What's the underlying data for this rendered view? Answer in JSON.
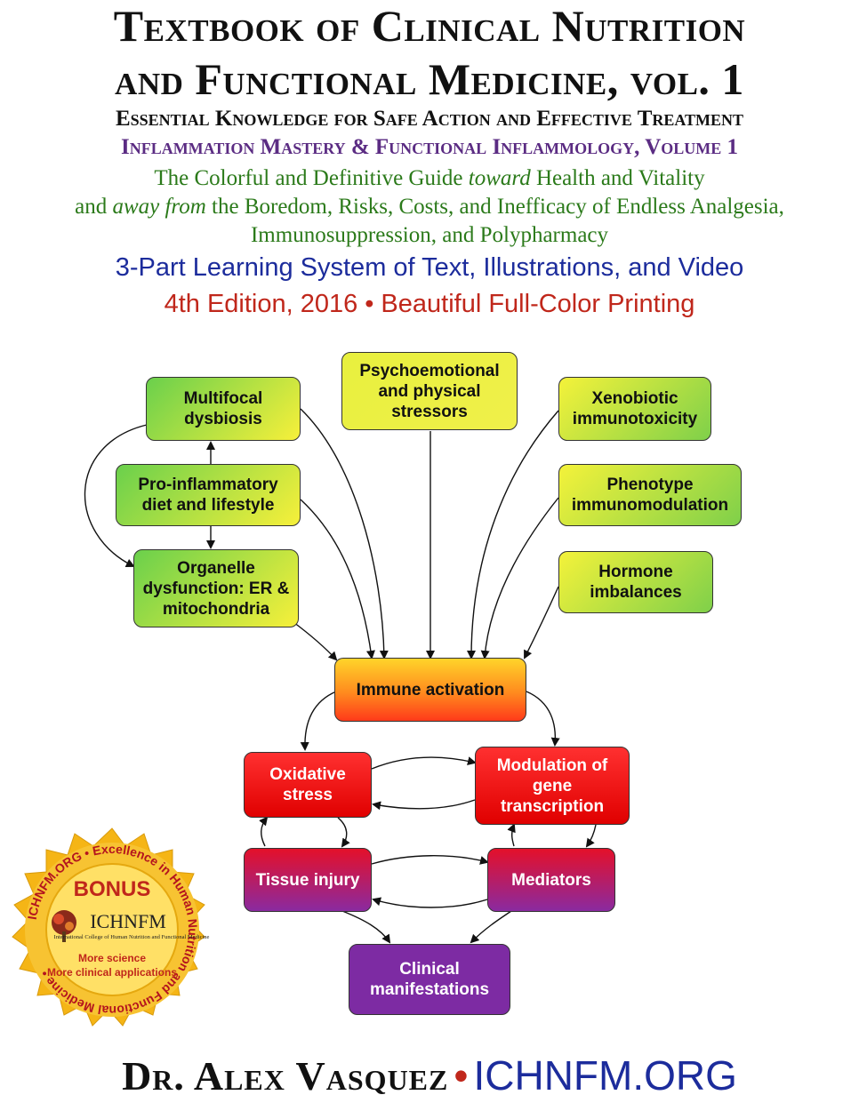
{
  "header": {
    "title_line1": "Textbook of Clinical Nutrition",
    "title_line2": "and Functional Medicine, vol. 1",
    "subtitle": "Essential Knowledge for Safe Action and Effective Treatment",
    "series": "Inflammation Mastery & Functional Inflammology, Volume 1",
    "tagline_line1_a": "The Colorful and Definitive Guide ",
    "tagline_line1_em": "toward",
    "tagline_line1_b": " Health and Vitality",
    "tagline_line2_a": "and ",
    "tagline_line2_em": "away from",
    "tagline_line2_b": " the Boredom, Risks, Costs, and Inefficacy of Endless Analgesia,",
    "tagline_line3": "Immunosuppression, and Polypharmacy",
    "learning_system": "3-Part Learning System of Text, Illustrations, and Video",
    "edition": "4th Edition, 2016",
    "edition_bullet": "•",
    "printing": "Beautiful Full-Color Printing"
  },
  "diagram": {
    "multifocal": "Multifocal dysbiosis",
    "psycho": "Psychoemotional and physical stressors",
    "xenobiotic": "Xenobiotic immunotoxicity",
    "proinflam": "Pro-inflammatory diet and lifestyle",
    "phenotype": "Phenotype immunomodulation",
    "organelle": "Organelle dysfunction: ER & mitochondria",
    "hormone": "Hormone imbalances",
    "immune": "Immune activation",
    "oxidative": "Oxidative stress",
    "modulation": "Modulation of gene transcription",
    "tissue": "Tissue injury",
    "mediators": "Mediators",
    "clinical": "Clinical manifestations"
  },
  "badge": {
    "ring_text": "ICHNFM.ORG • Excellence in Human Nutrition and Functional Medicine •",
    "bonus": "BONUS",
    "logo": "ICHNFM",
    "college": "International College of Human Nutrition and Functional Medicine",
    "more1": "More science",
    "more2": "More clinical applications"
  },
  "footer": {
    "author": "Dr. Alex Vasquez",
    "bullet": "•",
    "site": "ICHNFM.ORG"
  },
  "colors": {
    "title": "#111111",
    "series_purple": "#5b2c83",
    "tagline_green": "#2b7a1a",
    "learning_blue": "#1c2c9c",
    "edition_red": "#c0271b",
    "badge_gold": "#f5b516"
  }
}
